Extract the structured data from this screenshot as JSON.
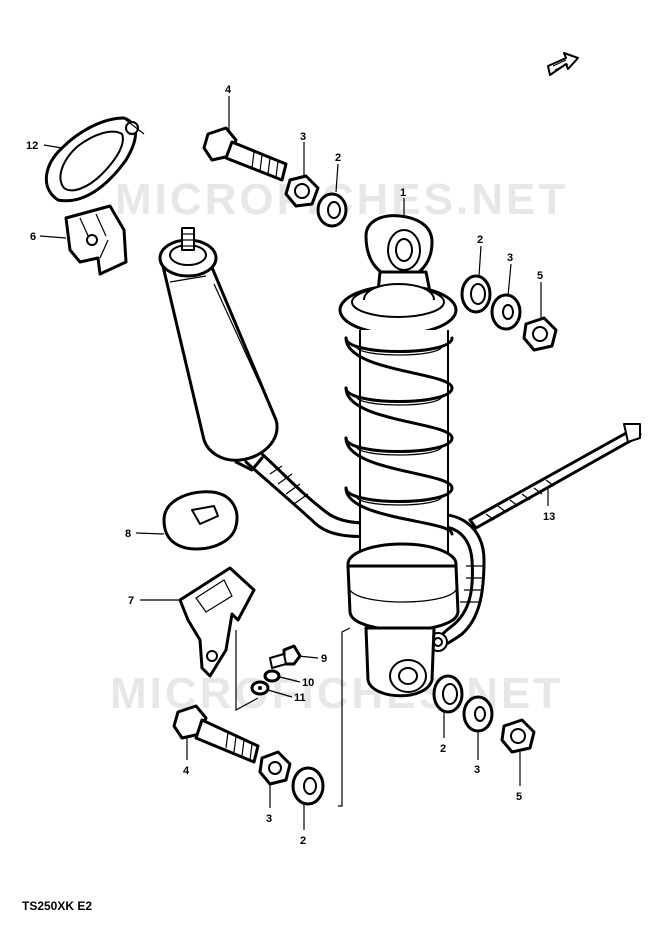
{
  "diagram": {
    "watermark_text": "MICROFICHES.NET",
    "model_code": "TS250XK E2",
    "callouts": {
      "c1": "1",
      "c2a": "2",
      "c2b": "2",
      "c2c": "2",
      "c2d": "2",
      "c3a": "3",
      "c3b": "3",
      "c3c": "3",
      "c3d": "3",
      "c4a": "4",
      "c4b": "4",
      "c5a": "5",
      "c5b": "5",
      "c6": "6",
      "c7": "7",
      "c8": "8",
      "c9": "9",
      "c10": "10",
      "c11": "11",
      "c12": "12",
      "c13": "13"
    }
  }
}
